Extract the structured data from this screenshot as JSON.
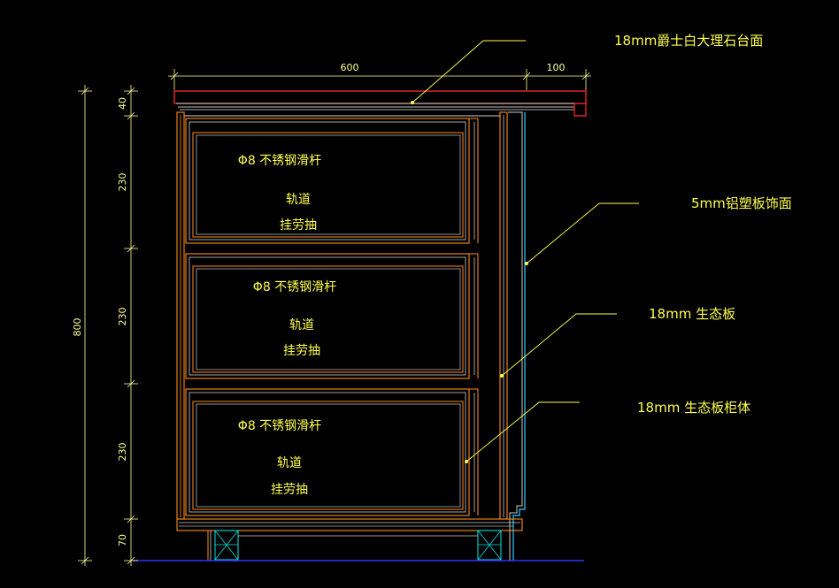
{
  "dimensions": {
    "top_width": "600",
    "overhang": "100",
    "total_height": "800",
    "top_thickness": "40",
    "drawer_heights": [
      "230",
      "230",
      "230"
    ],
    "plinth": "70"
  },
  "drawers": [
    {
      "line1": "Φ8 不锈钢滑杆",
      "line2": "轨道",
      "line3": "挂劳抽"
    },
    {
      "line1": "Φ8 不锈钢滑杆",
      "line2": "轨道",
      "line3": "挂劳抽"
    },
    {
      "line1": "Φ8 不锈钢滑杆",
      "line2": "轨道",
      "line3": "挂劳抽"
    }
  ],
  "annotations": {
    "countertop": "18mm爵士白大理石台面",
    "aluminum_panel": "5mm铝塑板饰面",
    "eco_board": "18mm 生态板",
    "cabinet_body": "18mm 生态板柜体"
  },
  "colors": {
    "background": "#000000",
    "dimension": "#ffff99",
    "text": "#ffff4d",
    "countertop": "#ff2a2a",
    "cabinet": "#ff8c1a",
    "panel": "#33ccff",
    "floor": "#3333ff",
    "board": "#cccccc",
    "plinth_cross": "#00e5e5"
  }
}
